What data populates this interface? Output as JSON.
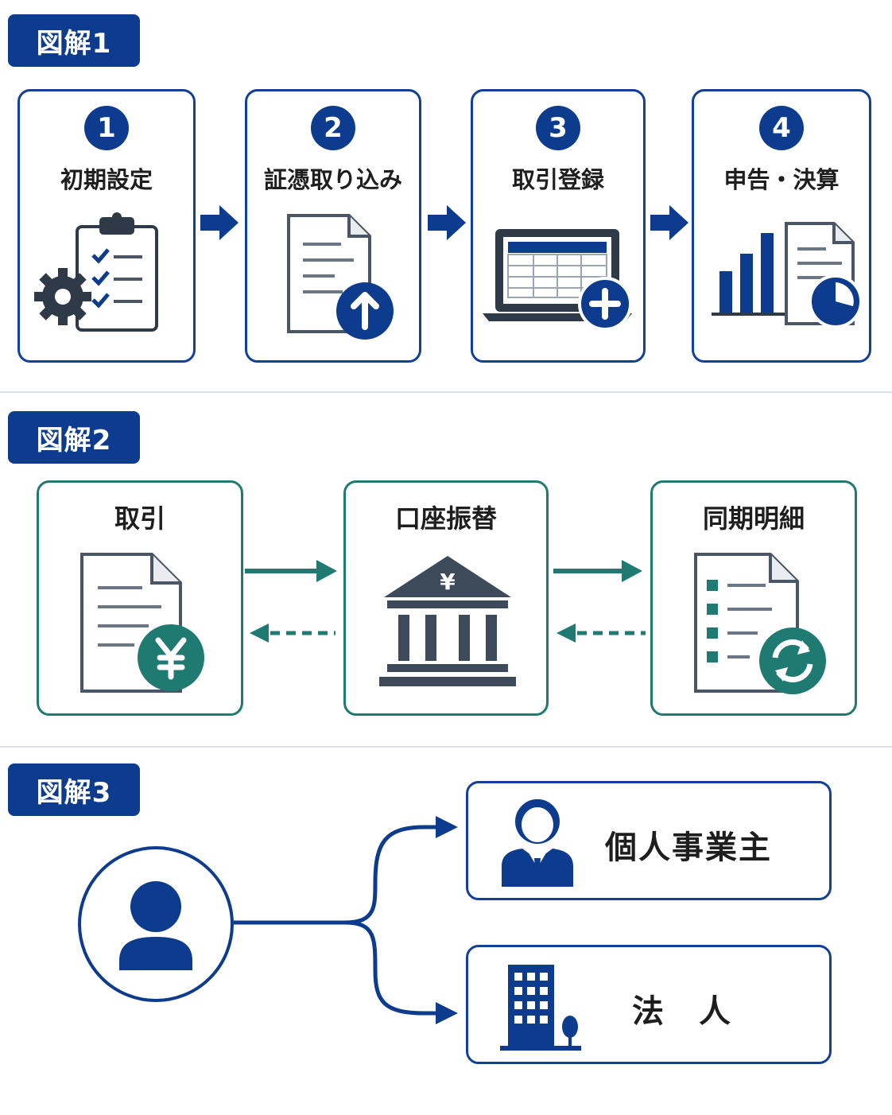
{
  "colors": {
    "navy": "#0d3b8e",
    "blue_border": "#123f97",
    "teal": "#1f7a72",
    "gray_icon": "#3c4a5a"
  },
  "section1": {
    "badge": "図解1",
    "steps": [
      {
        "num": "1",
        "label": "初期設定",
        "icon": "clipboard-gear-icon"
      },
      {
        "num": "2",
        "label": "証憑取り込み",
        "icon": "document-upload-icon"
      },
      {
        "num": "3",
        "label": "取引登録",
        "icon": "laptop-add-icon"
      },
      {
        "num": "4",
        "label": "申告・決算",
        "icon": "report-chart-icon"
      }
    ]
  },
  "section2": {
    "badge": "図解2",
    "boxes": [
      {
        "label": "取引",
        "icon": "yen-document-icon"
      },
      {
        "label": "口座振替",
        "icon": "bank-icon"
      },
      {
        "label": "同期明細",
        "icon": "sync-list-icon"
      }
    ]
  },
  "section3": {
    "badge": "図解3",
    "source_icon": "person-icon",
    "targets": [
      {
        "label": "個人事業主",
        "icon": "businessman-icon"
      },
      {
        "label": "法　人",
        "icon": "office-building-icon"
      }
    ]
  }
}
